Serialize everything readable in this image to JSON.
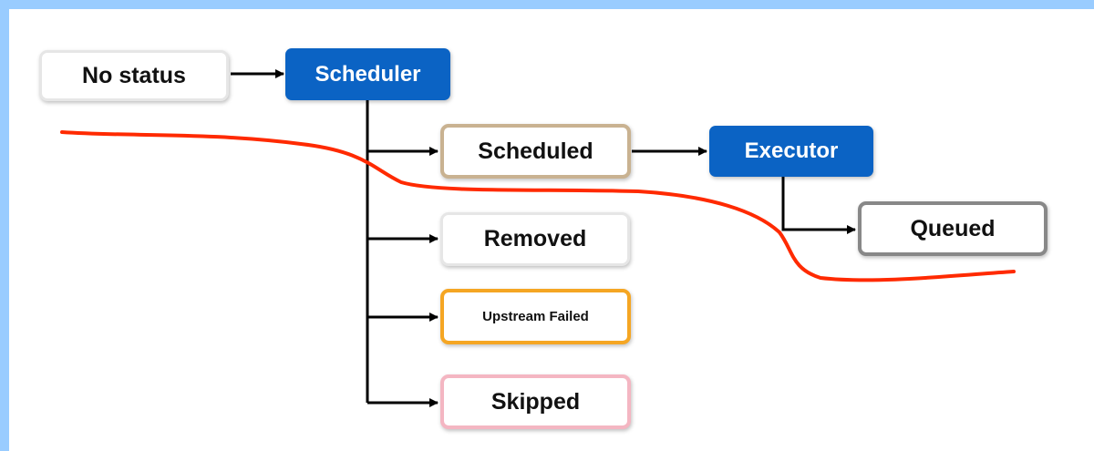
{
  "diagram": {
    "nodes": {
      "no_status": {
        "label": "No status",
        "border_color": "#e0e0e0"
      },
      "scheduler": {
        "label": "Scheduler",
        "fill_color": "#0b63c4"
      },
      "scheduled": {
        "label": "Scheduled",
        "border_color": "#c9b291"
      },
      "executor": {
        "label": "Executor",
        "fill_color": "#0b63c4"
      },
      "queued": {
        "label": "Queued",
        "border_color": "#888888"
      },
      "removed": {
        "label": "Removed",
        "border_color": "#e0e0e0"
      },
      "upstream_failed": {
        "label": "Upstream Failed",
        "border_color": "#f5a623"
      },
      "skipped": {
        "label": "Skipped",
        "border_color": "#f4b6c2"
      }
    },
    "edges": [
      {
        "from": "No status",
        "to": "Scheduler"
      },
      {
        "from": "Scheduler",
        "to": "Scheduled"
      },
      {
        "from": "Scheduler",
        "to": "Removed"
      },
      {
        "from": "Scheduler",
        "to": "Upstream Failed"
      },
      {
        "from": "Scheduler",
        "to": "Skipped"
      },
      {
        "from": "Scheduled",
        "to": "Executor"
      },
      {
        "from": "Executor",
        "to": "Queued"
      }
    ],
    "annotation": {
      "description": "freehand red line",
      "color": "#ff2a00"
    }
  }
}
